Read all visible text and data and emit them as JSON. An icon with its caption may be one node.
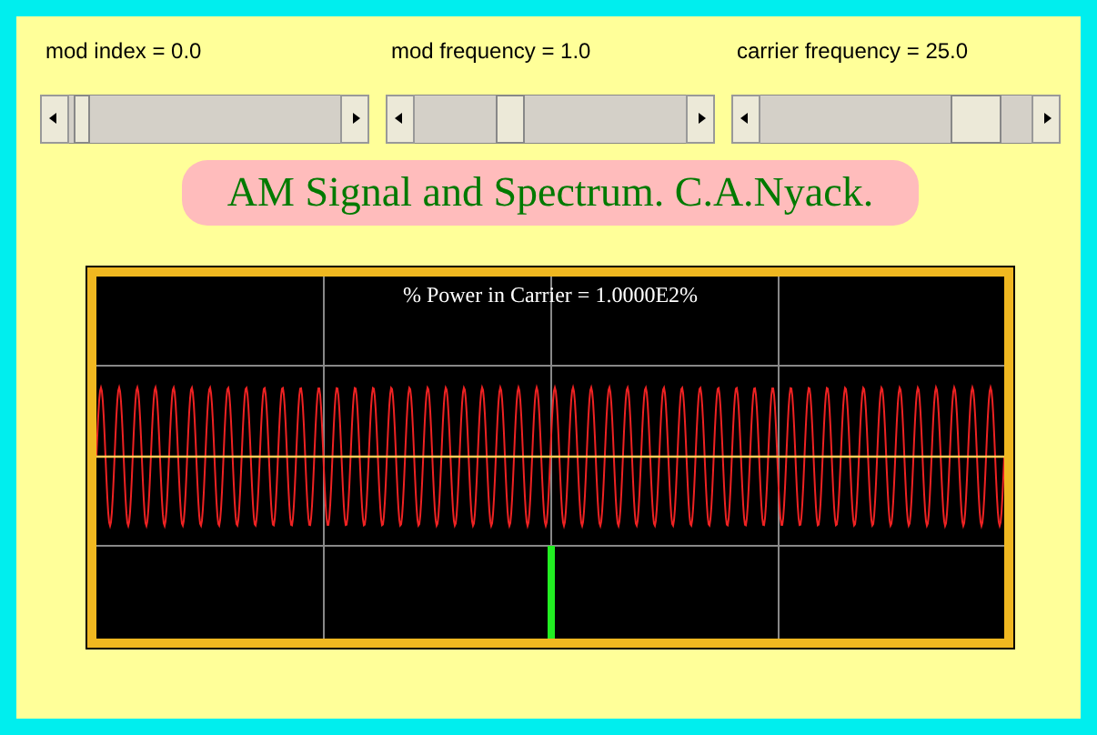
{
  "diagram": {
    "title": "AM Signal and Spectrum. C.A.Nyack.",
    "labels": [
      "mod index = 0.0",
      "mod frequency = 1.0",
      "carrier frequency = 25.0",
      "% Power in Carrier = 1.0000E2%"
    ]
  }
}
